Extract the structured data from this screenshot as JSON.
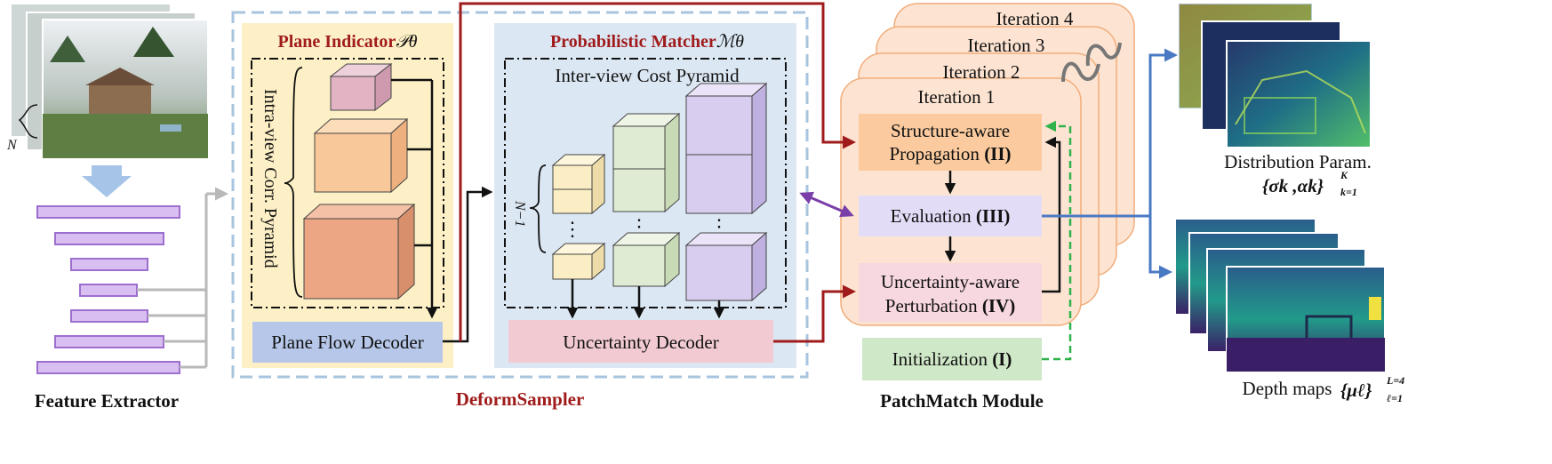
{
  "colors": {
    "red_title": "#a01c1c",
    "plane_panel": "#fdf0c6",
    "matcher_panel": "#dbe7f3",
    "dashed_frame": "#a9c4de",
    "feature_bar": "#d9bef2",
    "feature_bar_border": "#9c6fcf",
    "plane_decoder": "#b6c7e9",
    "uncertainty_decoder": "#f2cbd2",
    "iteration_card": "#fde4d2",
    "iteration_border": "#f1ac7a",
    "propagation": "#fbcb9f",
    "evaluation": "#e3dcf7",
    "perturbation": "#f7d7e0",
    "initialization": "#cfe8c8",
    "gray_arrow": "#b8b8b8",
    "purple_arrow": "#7a3fa8",
    "blue_arrow": "#4a79c4",
    "green_dashed": "#2fb24a",
    "cube_pink": "#e2b3c3",
    "cube_orange": "#f8c79a",
    "cube_salmon": "#eda683",
    "cube_yellow": "#fbeec4",
    "cube_green": "#dfecd3",
    "cube_purple": "#d9cdef"
  },
  "feature_extractor": {
    "label": "Feature Extractor",
    "n_label": "N",
    "icons": {
      "photo": "scene-photo-stack",
      "down": "downsample-arrow-icon"
    }
  },
  "deform_sampler": {
    "label": "DeformSampler",
    "plane_indicator": {
      "title": "Plane Indicator",
      "symbol": "𝒫θ",
      "pyramid_label": "Intra-view Corr. Pyramid",
      "decoder": "Plane Flow Decoder"
    },
    "probabilistic_matcher": {
      "title": "Probabilistic Matcher",
      "symbol": "ℳθ",
      "pyramid_label": "Inter-view Cost Pyramid",
      "n_minus_1": "N−1",
      "decoder": "Uncertainty Decoder"
    }
  },
  "patchmatch": {
    "label": "PatchMatch Module",
    "iterations": [
      "Iteration 1",
      "Iteration 2",
      "Iteration 3",
      "Iteration 4"
    ],
    "steps": {
      "propagation_line1": "Structure-aware",
      "propagation_line2": "Propagation ",
      "propagation_num": "(II)",
      "evaluation": "Evaluation ",
      "evaluation_num": "(III)",
      "perturbation_line1": "Uncertainty-aware",
      "perturbation_line2": "Perturbation ",
      "perturbation_num": "(IV)",
      "initialization": "Initialization ",
      "initialization_num": "(I)"
    }
  },
  "outputs": {
    "distribution_label": "Distribution Param.",
    "distribution_formula": "{σk ,αk}",
    "distribution_upper": "K",
    "distribution_lower": "k=1",
    "depth_label": "Depth maps",
    "depth_formula": "{μℓ}",
    "depth_upper": "L=4",
    "depth_lower": "ℓ=1",
    "icons": {
      "distribution": "distribution-map-stack",
      "depth": "depth-map-stack"
    }
  }
}
